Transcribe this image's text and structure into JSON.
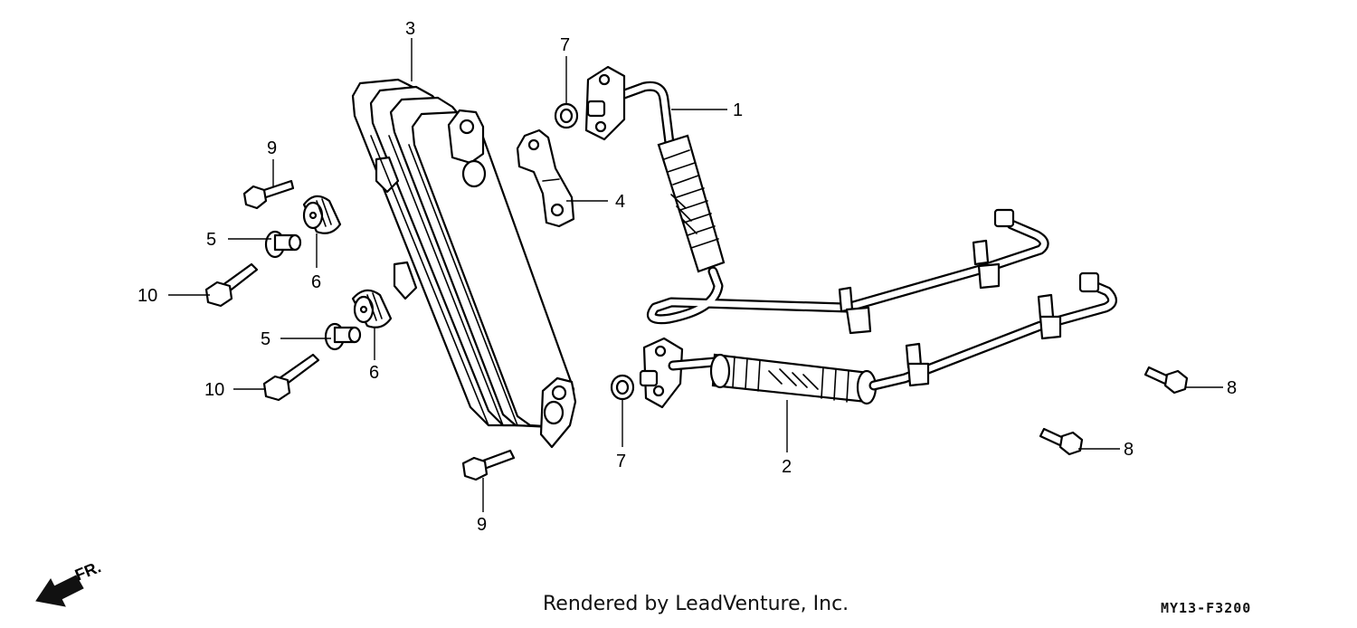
{
  "callouts": [
    {
      "id": "1",
      "label": "1"
    },
    {
      "id": "2",
      "label": "2"
    },
    {
      "id": "3",
      "label": "3"
    },
    {
      "id": "4",
      "label": "4"
    },
    {
      "id": "5a",
      "label": "5"
    },
    {
      "id": "5b",
      "label": "5"
    },
    {
      "id": "6a",
      "label": "6"
    },
    {
      "id": "6b",
      "label": "6"
    },
    {
      "id": "7a",
      "label": "7"
    },
    {
      "id": "7b",
      "label": "7"
    },
    {
      "id": "8a",
      "label": "8"
    },
    {
      "id": "8b",
      "label": "8"
    },
    {
      "id": "9a",
      "label": "9"
    },
    {
      "id": "9b",
      "label": "9"
    },
    {
      "id": "10a",
      "label": "10"
    },
    {
      "id": "10b",
      "label": "10"
    }
  ],
  "direction_label": "FR.",
  "footer": {
    "rendered_by": "Rendered by LeadVenture, Inc.",
    "diagram_code": "MY13-F3200"
  },
  "colors": {
    "line": "#000000",
    "background": "#ffffff"
  }
}
